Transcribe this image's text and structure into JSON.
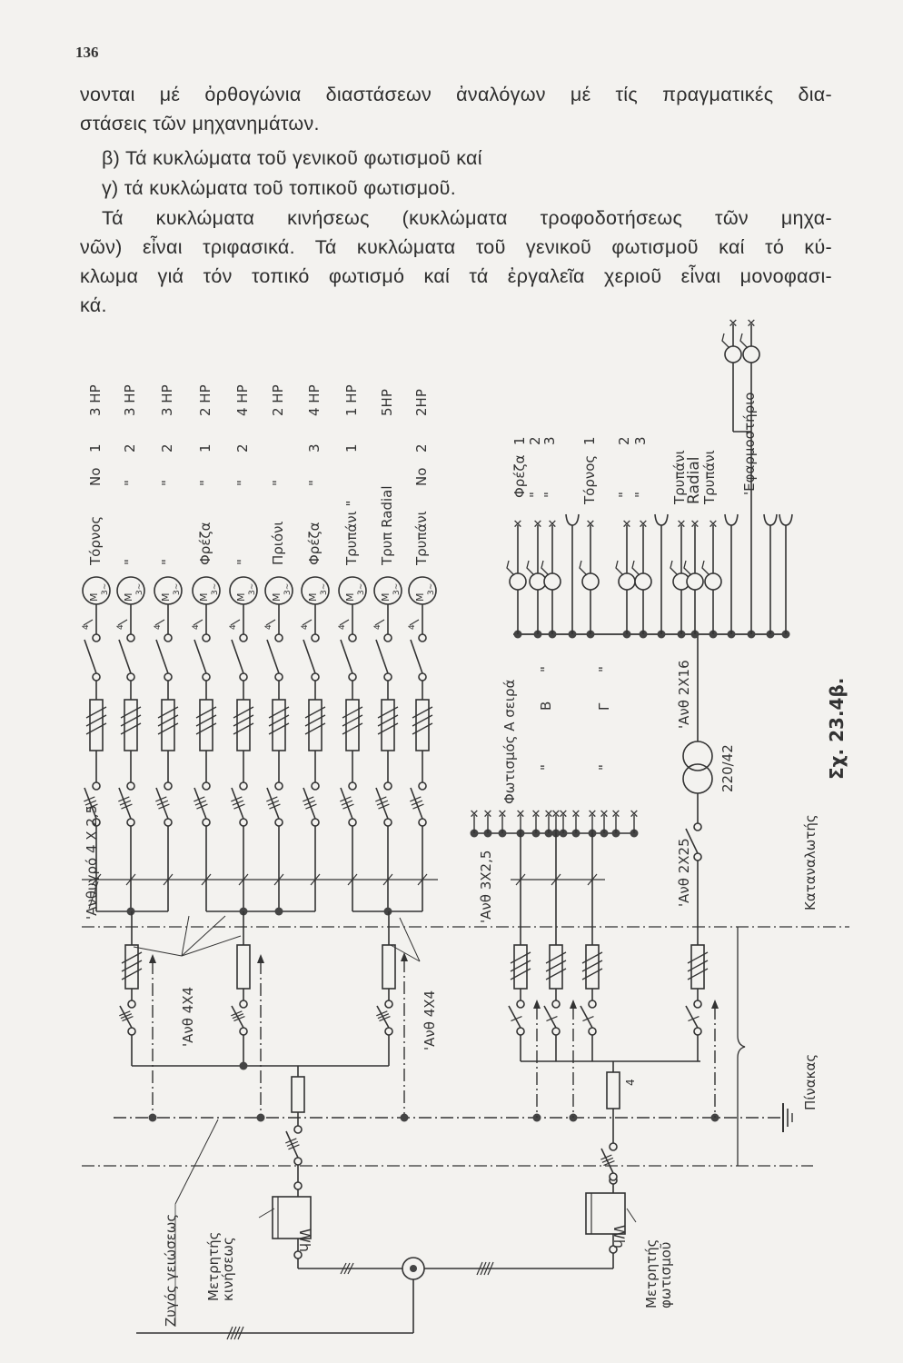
{
  "page_number": "136",
  "text_lines": [
    "νονται μέ ὀρθογώνια διαστάσεων ἀναλόγων μέ τίς πραγματικές δια-",
    "στάσεις τῶν μηχανημάτων.",
    "β) Τά κυκλώματα τοῦ γενικοῦ φωτισμοῦ καί",
    "γ) τά κυκλώματα τοῦ τοπικοῦ φωτισμοῦ.",
    "Τά κυκλώματα κινήσεως (κυκλώματα τροφοδοτήσεως τῶν μηχα-",
    "νῶν) εἶναι τριφασικά. Τά κυκλώματα τοῦ γενικοῦ φωτισμοῦ καί τό κύ-",
    "κλωμα γιά τόν τοπικό φωτισμό καί τά ἐργαλεῖα χεριοῦ εἶναι μονοφασι-",
    "κά."
  ],
  "figure": {
    "caption": "Σχ. 23.4β.",
    "motor_symbol": {
      "m": "M",
      "phase": "3~",
      "wires": "4"
    },
    "motors": [
      {
        "name": "Τόρνος",
        "no": "No",
        "num": "1",
        "hp": "3 HP"
      },
      {
        "name": "\"",
        "no": "\"",
        "num": "2",
        "hp": "3 HP"
      },
      {
        "name": "\"",
        "no": "\"",
        "num": "2",
        "hp": "3 HP"
      },
      {
        "name": "Φρέζα",
        "no": "\"",
        "num": "1",
        "hp": "2 HP"
      },
      {
        "name": "\"",
        "no": "\"",
        "num": "2",
        "hp": "4 HP"
      },
      {
        "name": "Πριόνι",
        "no": "\"",
        "num": "",
        "hp": "2 HP"
      },
      {
        "name": "Φρέζα",
        "no": "\"",
        "num": "3",
        "hp": "4 HP"
      },
      {
        "name": "Τρυπάνι \"",
        "no": "",
        "num": "1",
        "hp": "1 HP"
      },
      {
        "name": "Τρυπ Radial",
        "no": "",
        "num": "",
        "hp": "5HP"
      },
      {
        "name": "Τρυπάνι",
        "no": "No",
        "num": "2",
        "hp": "2HP"
      }
    ],
    "sockets": {
      "freza": "Φρέζα",
      "freza_nums": [
        "1",
        "2",
        "3"
      ],
      "ditto": "\"",
      "tornos": "Τόρνος",
      "tornos_nums": [
        "1",
        "2",
        "3"
      ],
      "trypani_1": "Τρυπάνι",
      "radial": "Radial",
      "trypani_2": "Τρυπάνι",
      "workbench": "'Εφαρμοστήριο"
    },
    "lighting": {
      "label_a": "Φωτισμός  Α σειρά",
      "label_b": "Β",
      "label_c": "Γ",
      "ditto": "\""
    },
    "cables": {
      "motor_branch": "'Ανθυγρό 4 Χ 2,5",
      "feeder_left": "'Ανθ 4Χ4",
      "feeder_right": "'Ανθ  4Χ4",
      "lighting": "'Ανθ 3Χ2,5",
      "transformer_in": "'Ανθ 2Χ25",
      "transformer_out": "'Ανθ 2Χ16",
      "main_fuse_size": "4"
    },
    "transformer_ratio": "220/42",
    "consumer_label": "Καταναλωτής",
    "panel_label": "Πίνακας",
    "earth_bus_label": "Ζυγός γειώσεως",
    "meter_symbol": "Wh",
    "meter_motion": [
      "Μετρητής",
      "κινήσεως"
    ],
    "meter_lighting": [
      "Μετρητής",
      "φωτισμοῦ"
    ]
  }
}
